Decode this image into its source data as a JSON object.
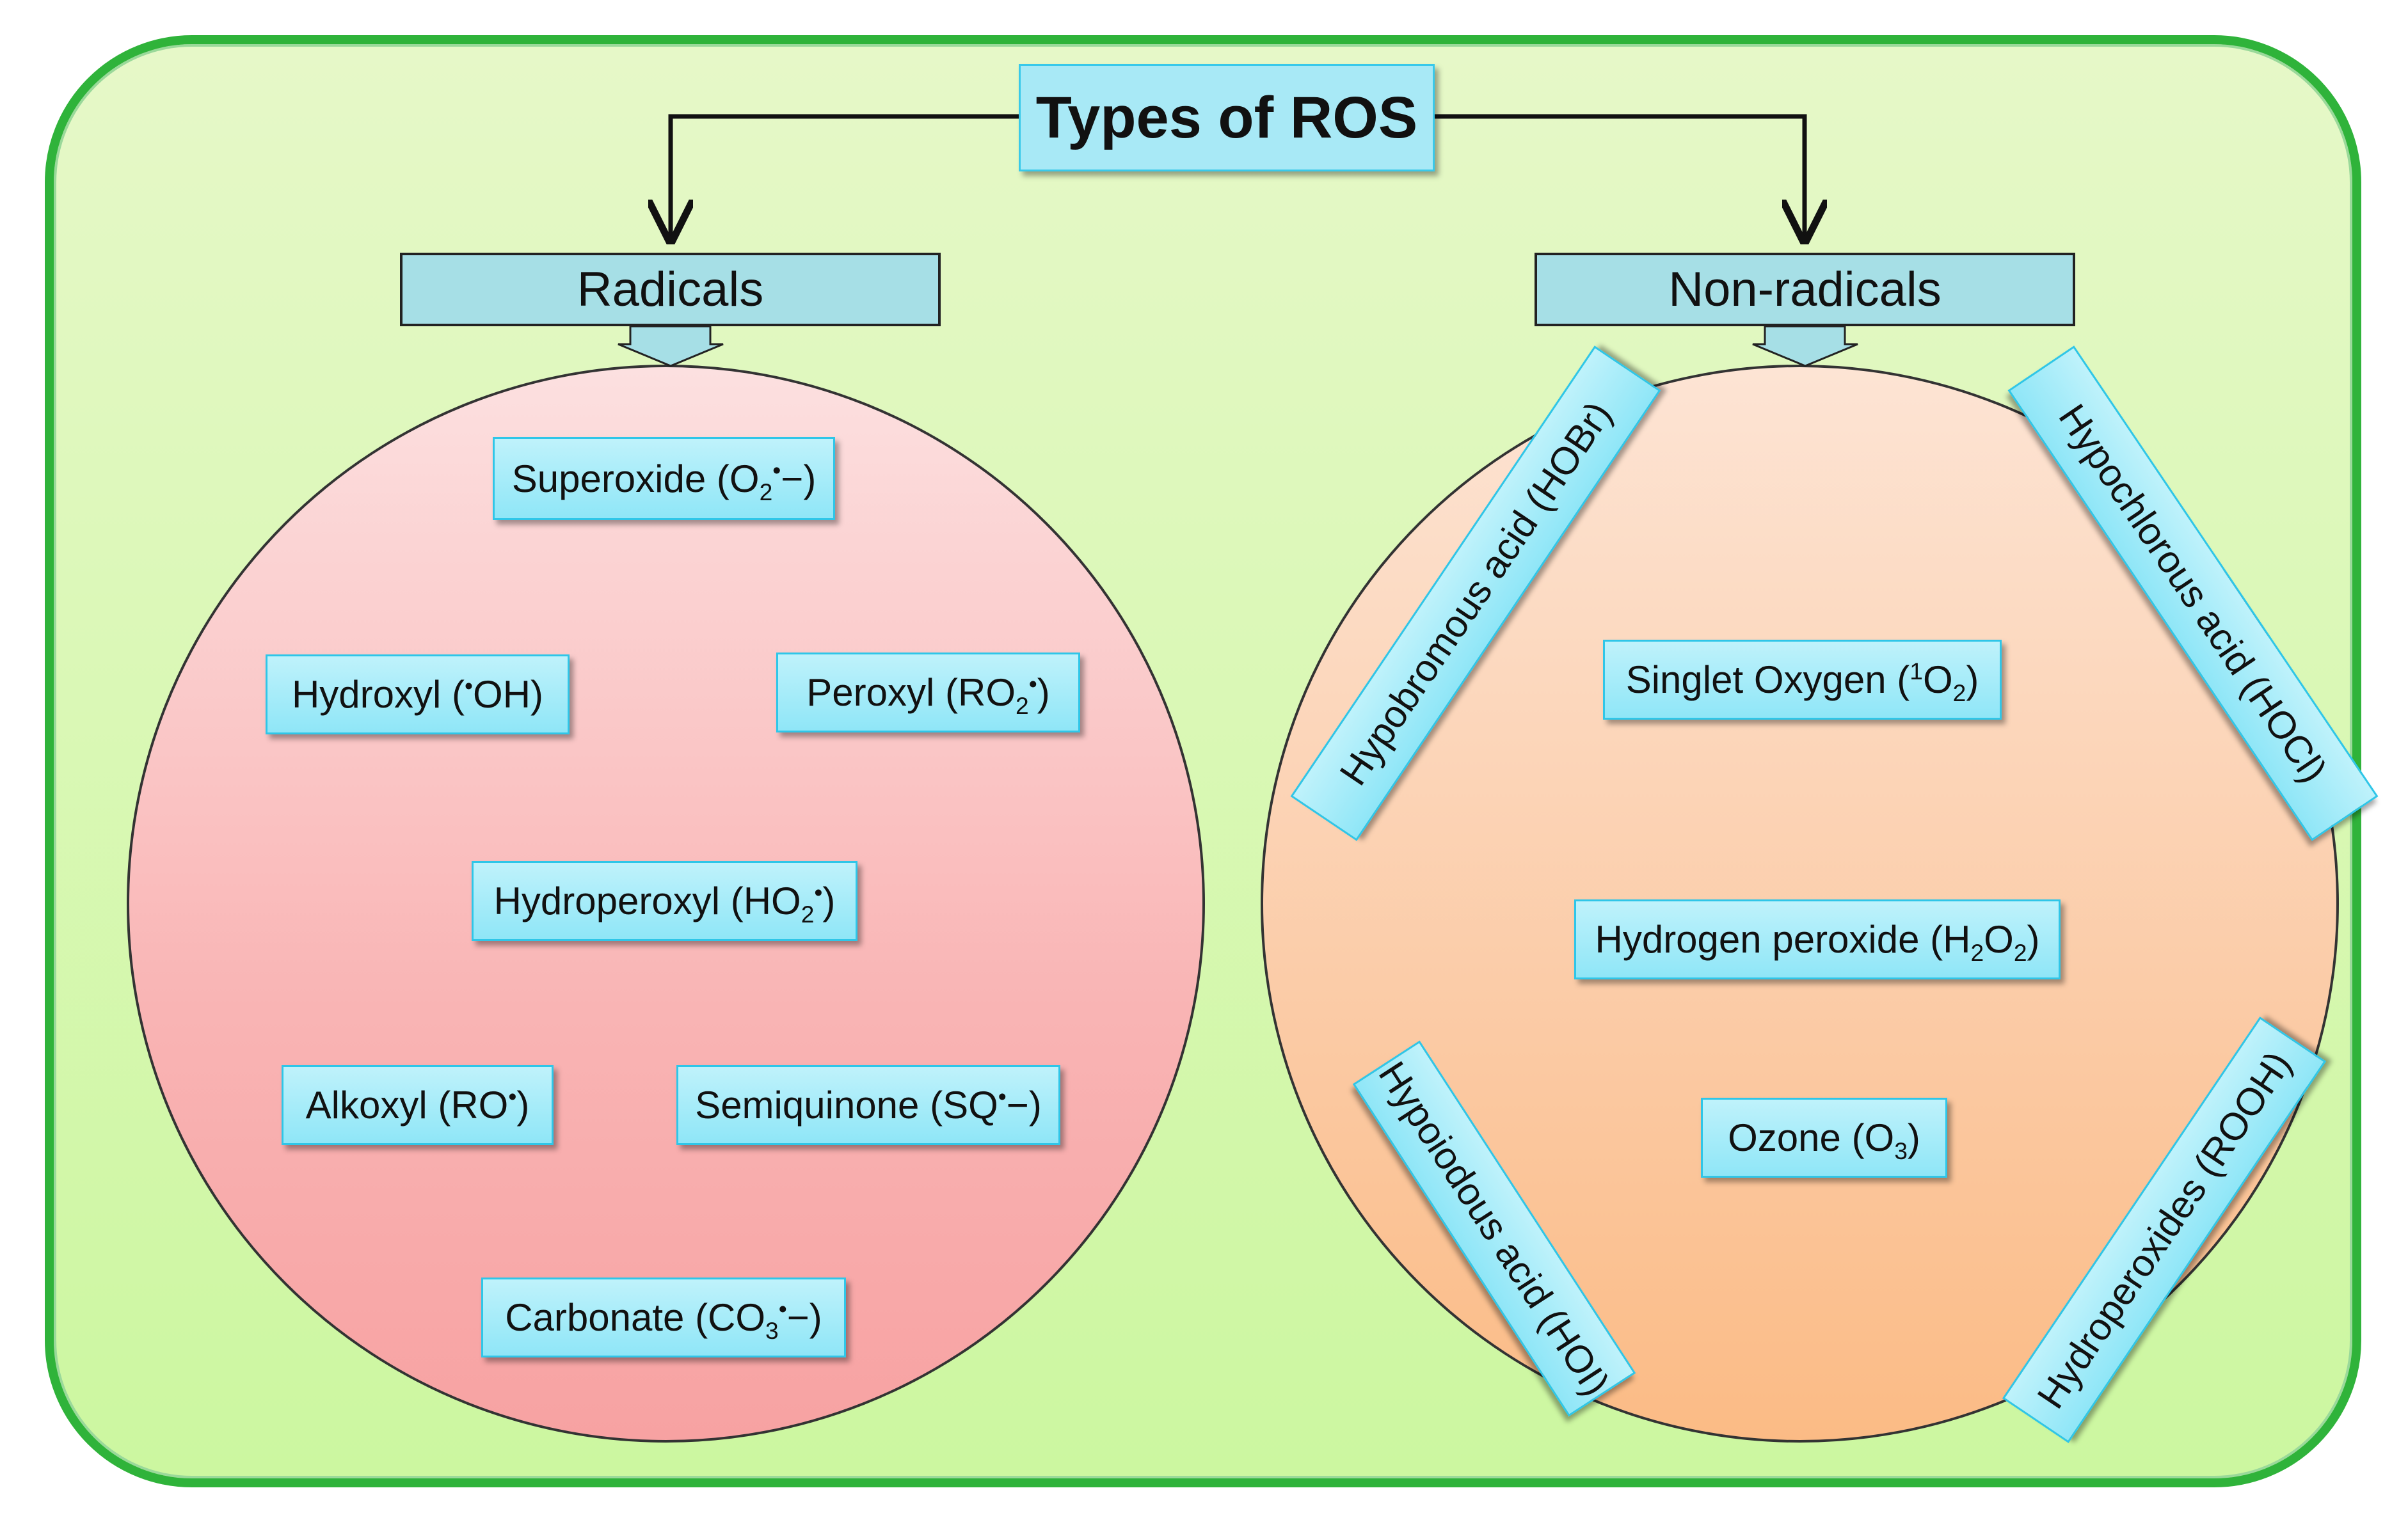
{
  "title": "Types of ROS",
  "categories": {
    "radicals": "Radicals",
    "non_radicals": "Non-radicals"
  },
  "radicals": [
    {
      "name": "Superoxide",
      "formula_html": "(O<sub>2</sub><sup>•</sup>−)"
    },
    {
      "name": "Hydroxyl",
      "formula_html": "(<sup>•</sup>OH)"
    },
    {
      "name": "Peroxyl",
      "formula_html": "(RO<sub>2</sub><sup>•</sup>)"
    },
    {
      "name": "Hydroperoxyl",
      "formula_html": "(HO<sub>2</sub><sup>•</sup>)"
    },
    {
      "name": "Alkoxyl",
      "formula_html": "(RO<sup>•</sup>)"
    },
    {
      "name": "Semiquinone",
      "formula_html": "(SQ<sup>•</sup>−)"
    },
    {
      "name": "Carbonate",
      "formula_html": "(CO<sub>3</sub><sup>•</sup>−)"
    }
  ],
  "non_radicals": [
    {
      "name": "Hypobromous acid",
      "formula_html": "(HOBr)"
    },
    {
      "name": "Hypochlorous acid",
      "formula_html": "(HOCl)"
    },
    {
      "name": "Singlet Oxygen",
      "formula_html": "(<sup>1</sup>O<sub>2</sub>)"
    },
    {
      "name": "Hydrogen peroxide",
      "formula_html": "(H<sub>2</sub>O<sub>2</sub>)"
    },
    {
      "name": "Hypoiodous acid",
      "formula_html": "(HOI)"
    },
    {
      "name": "Hydroperoxides",
      "formula_html": "(ROOH)"
    },
    {
      "name": "Ozone",
      "formula_html": "(O<sub>3</sub>)"
    }
  ],
  "colors": {
    "frame_border": "#2fb33a",
    "frame_fill": "#ccf7a0",
    "radicals_circle": "#f7a2a2",
    "non_radicals_circle": "#fbbb85",
    "label_box": "#8fe6f7"
  }
}
